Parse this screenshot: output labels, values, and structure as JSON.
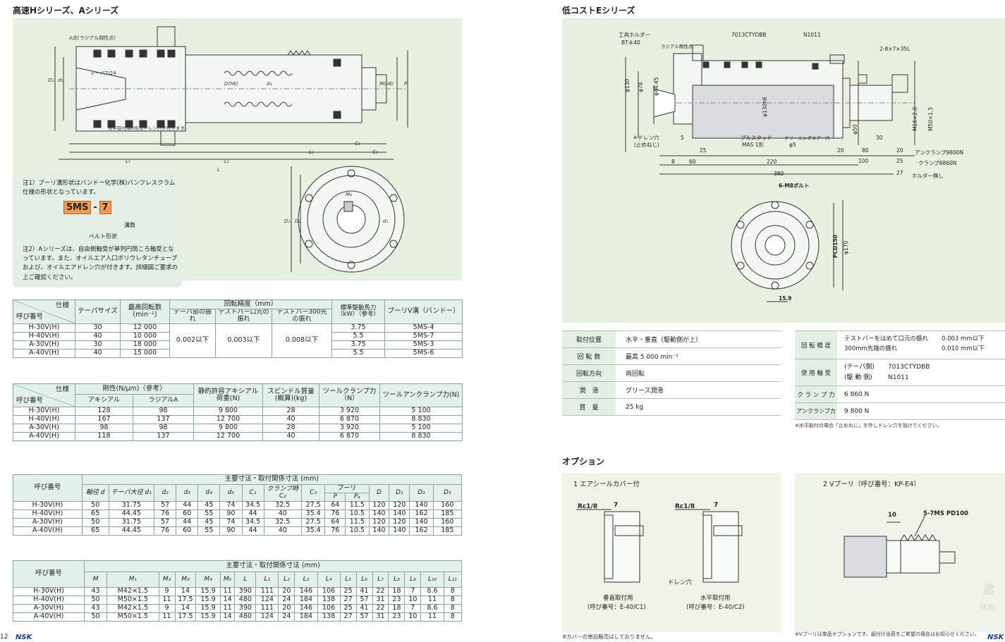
{
  "left": {
    "title": "高速Hシリーズ、Aシリーズ",
    "drawing_labels": {
      "a_point": "A点(ラジアル剛性点)",
      "taper": "テーパ7/24",
      "drain": "水平取付用D形はドレン穴が付きます。"
    },
    "note": {
      "line1": "注1）プーリ溝形状はバンドー化学(株)バンフレスクラム仕様の形状となっています。",
      "code_a": "5MS",
      "code_sep": "-",
      "code_b": "7",
      "lbl_mizo": "溝数",
      "lbl_belt": "ベルト形状",
      "line2": "注2）Aシリーズは、自由側軸受が単列円筒ころ軸受となっています。また、オイルエア入口ポリウレタンチューブおよび、オイルエアドレン穴が付きます。詳細図ご要求の上ご確認ください。"
    },
    "table1": {
      "corner_top": "仕様",
      "corner_bottom": "呼び番号",
      "h_taper": "テーパサイズ",
      "h_speed": "最高回転数(min⁻¹)",
      "h_acc": "回転精度（mm）",
      "h_acc1": "テーパ部の振れ",
      "h_acc2": "テストバー口元の振れ",
      "h_acc3": "テストバー300先の振れ",
      "h_power": "標準駆動馬力（kW）（参考）",
      "h_pulley": "プーリV溝（バンドー）",
      "acc_common": [
        "0.002以下",
        "0.003以下",
        "0.008以下"
      ],
      "rows": [
        [
          "H-30V(H)",
          "30",
          "12 000",
          "3.75",
          "5MS-4"
        ],
        [
          "H-40V(H)",
          "40",
          "10 000",
          "5.5",
          "5MS-7"
        ],
        [
          "A-30V(H)",
          "30",
          "18 000",
          "3.75",
          "5MS-3"
        ],
        [
          "A-40V(H)",
          "40",
          "15 000",
          "5.5",
          "5MS-6"
        ]
      ]
    },
    "table2": {
      "corner_top": "仕様",
      "corner_bottom": "呼び番号",
      "h_rigid": "剛性(N/μm)〈参考〉",
      "h_axial": "アキシアル",
      "h_radial": "ラジアルA",
      "h_load": "静的許容アキシアル荷重(N)",
      "h_mass": "スピンドル質量(概算)(kg)",
      "h_clamp": "ツールクランプ力（N）",
      "h_unclamp": "ツールアンクランプ力(N)",
      "rows": [
        [
          "H-30V(H)",
          "128",
          "98",
          "9 800",
          "28",
          "3 920",
          "5 100"
        ],
        [
          "H-40V(H)",
          "167",
          "137",
          "12 700",
          "40",
          "6 870",
          "8 830"
        ],
        [
          "A-30V(H)",
          "98",
          "98",
          "9 800",
          "28",
          "3 920",
          "5 100"
        ],
        [
          "A-40V(H)",
          "118",
          "137",
          "12 700",
          "40",
          "6 870",
          "8 830"
        ]
      ]
    },
    "table3": {
      "title": "主要寸法・取付関係寸法 (mm)",
      "h_name": "呼び番号",
      "headers": [
        "軸径 d",
        "テーパ大径 d₁",
        "d₂",
        "d₃",
        "d₄",
        "d₅",
        "C₁",
        "クランプ時 C₂",
        "C₃",
        "P",
        "Pₐ",
        "D",
        "D₁",
        "D₂",
        "D₃"
      ],
      "h_pulley": "プーリ",
      "rows": [
        [
          "H-30V(H)",
          "50",
          "31.75",
          "57",
          "44",
          "45",
          "74",
          "34.5",
          "32.5",
          "27.5",
          "64",
          "11.5",
          "120",
          "120",
          "140",
          "160"
        ],
        [
          "H-40V(H)",
          "65",
          "44.45",
          "76",
          "60",
          "55",
          "90",
          "44",
          "40",
          "35.4",
          "76",
          "10.5",
          "140",
          "140",
          "162",
          "185"
        ],
        [
          "A-30V(H)",
          "50",
          "31.75",
          "57",
          "44",
          "45",
          "74",
          "34.5",
          "32.5",
          "27.5",
          "64",
          "11.5",
          "120",
          "120",
          "140",
          "160"
        ],
        [
          "A-40V(H)",
          "65",
          "44.45",
          "76",
          "60",
          "55",
          "90",
          "44",
          "40",
          "35.4",
          "76",
          "10.5",
          "140",
          "140",
          "162",
          "185"
        ]
      ]
    },
    "table4": {
      "title": "主要寸法・取付関係寸法 (mm)",
      "h_name": "呼び番号",
      "headers": [
        "M",
        "M₁",
        "M₂",
        "M₃",
        "M₄",
        "M₅",
        "L",
        "L₁",
        "L₂",
        "L₃",
        "L₄",
        "L₅",
        "L₆",
        "L₇",
        "L₈",
        "L₉",
        "L₁₀",
        "L₁₁"
      ],
      "rows": [
        [
          "H-30V(H)",
          "43",
          "M42×1.5",
          "9",
          "14",
          "15.9",
          "11",
          "390",
          "111",
          "20",
          "146",
          "106",
          "25",
          "41",
          "22",
          "18",
          "7",
          "8.6",
          "8"
        ],
        [
          "H-40V(H)",
          "50",
          "M50×1.5",
          "11",
          "17.5",
          "15.9",
          "14",
          "480",
          "124",
          "24",
          "184",
          "138",
          "27",
          "57",
          "31",
          "23",
          "10",
          "11",
          "8"
        ],
        [
          "A-30V(H)",
          "43",
          "M42×1.5",
          "9",
          "14",
          "15.9",
          "11",
          "390",
          "111",
          "20",
          "146",
          "106",
          "25",
          "41",
          "22",
          "18",
          "7",
          "8.6",
          "8"
        ],
        [
          "A-40V(H)",
          "50",
          "M50×1.5",
          "11",
          "17.5",
          "15.9",
          "14",
          "480",
          "124",
          "24",
          "184",
          "138",
          "27",
          "57",
          "31",
          "23",
          "10",
          "11",
          "8"
        ]
      ]
    },
    "page_no": "12",
    "logo": "NSK"
  },
  "right": {
    "title": "低コストEシリーズ",
    "drawing_labels": {
      "tool_holder": "工具ホルダー",
      "bt40": "BT＃40",
      "radial": "ラジアル剛性点",
      "bearing": "7013CTYDBB",
      "n1011": "N1011",
      "bolt": "2-8×7×35L",
      "d130": "φ130",
      "d78": "φ78",
      "d4445": "φ44.45",
      "d130h6": "φ130h6",
      "d50": "φ50",
      "m16": "M16×2.0",
      "m50": "M50×1.5",
      "drain": "＊ドレン穴",
      "drain2": "(止めねじ)",
      "pull": "プルスタッド",
      "mas": "MAS 1形",
      "clean": "クリーニングエアー穴",
      "d5": "φ5",
      "dim_5": "5",
      "dim_25": "25",
      "dim_8": "8",
      "dim_60": "60",
      "dim_220": "220",
      "dim_20": "20",
      "dim_80": "80",
      "dim_100": "100",
      "dim_30": "30",
      "dim_20b": "20",
      "dim_25b": "25",
      "dim_27": "27",
      "dim_380": "380",
      "uc9800": "アンクランプ9800N",
      "c6860": "クランプ6860N",
      "noholder": "ホルダー無し",
      "m8": "6-M8ボルト",
      "pcd": "PCD150",
      "d170": "φ170",
      "d159": "15.9"
    },
    "spec_left": [
      [
        "取付位置",
        "水平・垂直（駆動側が上）"
      ],
      [
        "回 転 数",
        "最高 5 000 min⁻¹"
      ],
      [
        "回転方向",
        "両回転"
      ],
      [
        "潤　滑",
        "グリース潤滑"
      ],
      [
        "質　量",
        "25 kg"
      ]
    ],
    "spec_right": {
      "acc_label": "回 転 精 度",
      "acc1_name": "テストバーをはめて口元の振れ",
      "acc1_val": "0.003 mm以下",
      "acc2_name": "300mm先端の振れ",
      "acc2_val": "0.010 mm以下",
      "bear_label": "使 用 軸 受",
      "bear1_name": "(テーパ側)",
      "bear1_val": "7013CTYDBB",
      "bear2_name": "(駆 動 側)",
      "bear2_val": "N1011",
      "clamp_label": "ク ラ ン プ 力",
      "clamp_val": "6 860 N",
      "unclamp_label": "アンクランプ力",
      "unclamp_val": "9 800 N",
      "note": "※水平取付の場合「止めねじ」を外しドレン穴を設けてください。"
    },
    "option": {
      "title": "オプション",
      "opt1_title": "1 エアシールカバー付",
      "rc1": "Rc1/8",
      "rc2": "Rc1/8",
      "seven1": "7",
      "seven2": "7",
      "drain": "ドレン穴",
      "vert": "垂直取付用",
      "vert_no": "(呼び番号：E-40/C1)",
      "horiz": "水平取付用",
      "horiz_no": "(呼び番号：E-40/C2)",
      "opt1_note": "※カバーの単品販売はしておりません。",
      "opt2_title": "2 Vプーリ（呼び番号：KP-E4）",
      "ten": "10",
      "pulley_spec": "5-7MS PD100",
      "opt2_note": "※Vプーリは単品オプションです。組付け出荷をご希望の場合はお知らせください。",
      "watermark1": "激",
      "watermark2": "转到"
    },
    "logo": "NSK"
  }
}
